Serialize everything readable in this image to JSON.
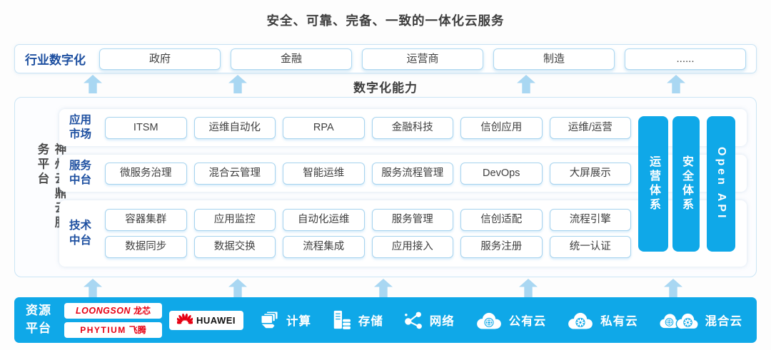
{
  "page_title": "安全、可靠、完备、一致的一体化云服务",
  "industry": {
    "label": "行业数字化",
    "items": [
      "政府",
      "金融",
      "运营商",
      "制造",
      "......"
    ]
  },
  "capability_label": "数字化能力",
  "platform": {
    "side_label": "神州云鼎云服务平台",
    "sections": [
      {
        "label": "应用市场",
        "rows": [
          [
            "ITSM",
            "运维自动化",
            "RPA",
            "金融科技",
            "信创应用",
            "运维/运营"
          ]
        ]
      },
      {
        "label": "服务中台",
        "rows": [
          [
            "微服务治理",
            "混合云管理",
            "智能运维",
            "服务流程管理",
            "DevOps",
            "大屏展示"
          ]
        ]
      },
      {
        "label": "技术中台",
        "rows": [
          [
            "容器集群",
            "应用监控",
            "自动化运维",
            "服务管理",
            "信创适配",
            "流程引擎"
          ],
          [
            "数据同步",
            "数据交换",
            "流程集成",
            "应用接入",
            "服务注册",
            "统一认证"
          ]
        ]
      }
    ],
    "pillars": [
      "运营体系",
      "安全体系",
      "Open API"
    ]
  },
  "resources": {
    "label": "资源平台",
    "vendors": [
      {
        "id": "loongson",
        "text_en": "LOONGSON",
        "text_cn": "龙芯"
      },
      {
        "id": "phytium",
        "text_en": "PHYTIUM",
        "text_cn": "飞腾"
      },
      {
        "id": "huawei",
        "text_en": "HUAWEI"
      }
    ],
    "items": [
      {
        "icon": "compute-icon",
        "label": "计算"
      },
      {
        "icon": "storage-icon",
        "label": "存储"
      },
      {
        "icon": "network-icon",
        "label": "网络"
      },
      {
        "icon": "public-cloud-icon",
        "label": "公有云"
      },
      {
        "icon": "private-cloud-icon",
        "label": "私有云"
      },
      {
        "icon": "hybrid-cloud-icon",
        "label": "混合云"
      }
    ]
  },
  "colors": {
    "accent_blue": "#0FA8E8",
    "arrow_blue": "#A9D7F2",
    "box_border_blue": "#A6D3EE",
    "panel_border_blue": "#CBE5F5",
    "label_blue": "#1D4FA0",
    "logo_red": "#E60012",
    "text_dark": "#3D3D3D"
  }
}
